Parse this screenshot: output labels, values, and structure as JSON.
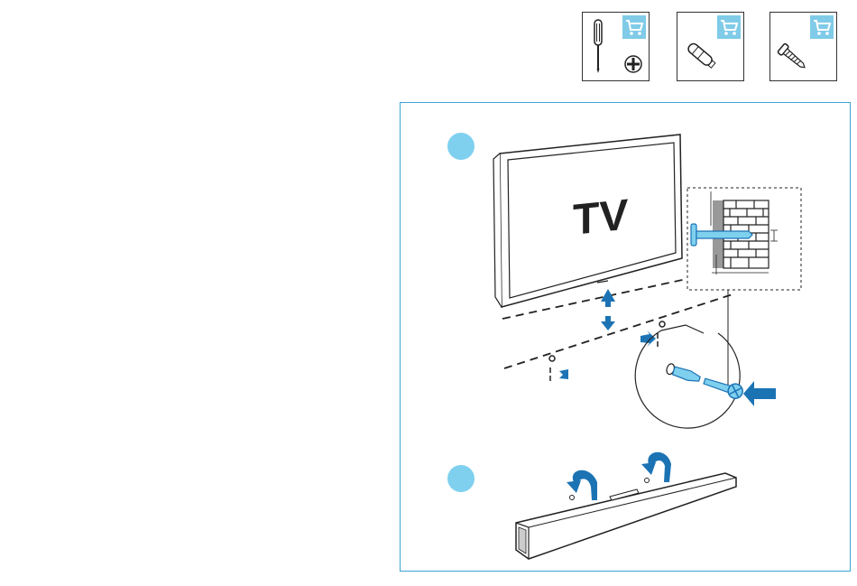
{
  "tools": [
    {
      "name": "phillips-screwdriver",
      "icon": "screwdriver-icon"
    },
    {
      "name": "wall-plug",
      "icon": "wall-plug-icon"
    },
    {
      "name": "screw",
      "icon": "screw-icon"
    }
  ],
  "step1": {
    "tv_label": "TV"
  },
  "colors": {
    "accent": "#1c73b4",
    "badge": "#7fcbe8",
    "step_dot": "#7fd0ef",
    "frame": "#3fa3d3"
  }
}
